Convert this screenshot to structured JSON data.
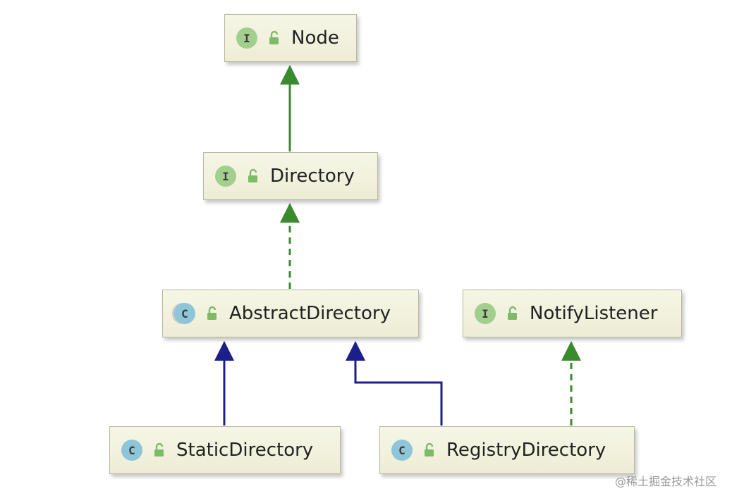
{
  "nodes": {
    "node": {
      "label": "Node",
      "kind": "I"
    },
    "directory": {
      "label": "Directory",
      "kind": "I"
    },
    "abstract_directory": {
      "label": "AbstractDirectory",
      "kind": "C"
    },
    "notify_listener": {
      "label": "NotifyListener",
      "kind": "I"
    },
    "static_directory": {
      "label": "StaticDirectory",
      "kind": "C"
    },
    "registry_directory": {
      "label": "RegistryDirectory",
      "kind": "C"
    }
  },
  "edges": [
    {
      "from": "directory",
      "to": "node",
      "relation": "extends"
    },
    {
      "from": "abstract_directory",
      "to": "directory",
      "relation": "implements"
    },
    {
      "from": "static_directory",
      "to": "abstract_directory",
      "relation": "extends"
    },
    {
      "from": "registry_directory",
      "to": "abstract_directory",
      "relation": "extends"
    },
    {
      "from": "registry_directory",
      "to": "notify_listener",
      "relation": "implements"
    }
  ],
  "colors": {
    "interface_inheritance": "#3a8a2e",
    "class_inheritance": "#1a1f8a",
    "interface_badge": "#a3cf8e",
    "class_badge": "#8ec6d9",
    "node_fill": "#f3f3df"
  },
  "icons": {
    "visibility": "unlock-icon"
  },
  "watermark": "@稀土掘金技术社区"
}
